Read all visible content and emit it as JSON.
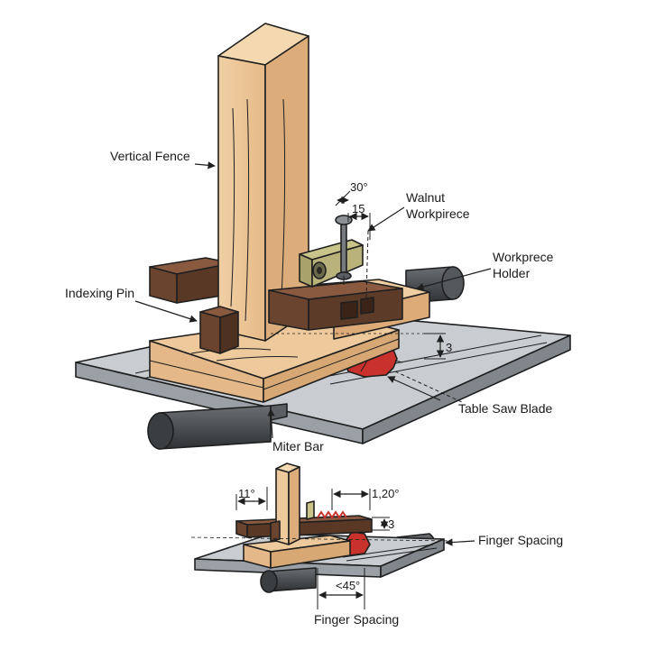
{
  "main_view": {
    "labels": {
      "vertical_fence": "Vertical Fence",
      "walnut_workpiece_line1": "Walnut",
      "walnut_workpiece_line2": "Workpirece",
      "workpiece_holder_line1": "Workprece",
      "workpiece_holder_line2": "Holder",
      "indexing_pin": "Indexing Pin",
      "table_saw_blade": "Table Saw Blade",
      "miter_bar": "Miter Bar"
    },
    "dimensions": {
      "angle": "30°",
      "width": "15",
      "height": "3"
    }
  },
  "detail_view": {
    "labels": {
      "finger_spacing_right": "Finger Spacing",
      "finger_spacing_bottom": "Finger Spacing"
    },
    "dimensions": {
      "left_angle": "11°",
      "right_value": "1,20°",
      "small_height": "3",
      "bottom_angle": "<45°"
    }
  },
  "colors": {
    "light_wood": "#edc99b",
    "mid_wood": "#dfb07e",
    "dark_walnut": "#6b4430",
    "table_top": "#c9cdd1",
    "table_edge": "#8e949a",
    "rail": "#4a4d50",
    "blade": "#c8312c"
  }
}
